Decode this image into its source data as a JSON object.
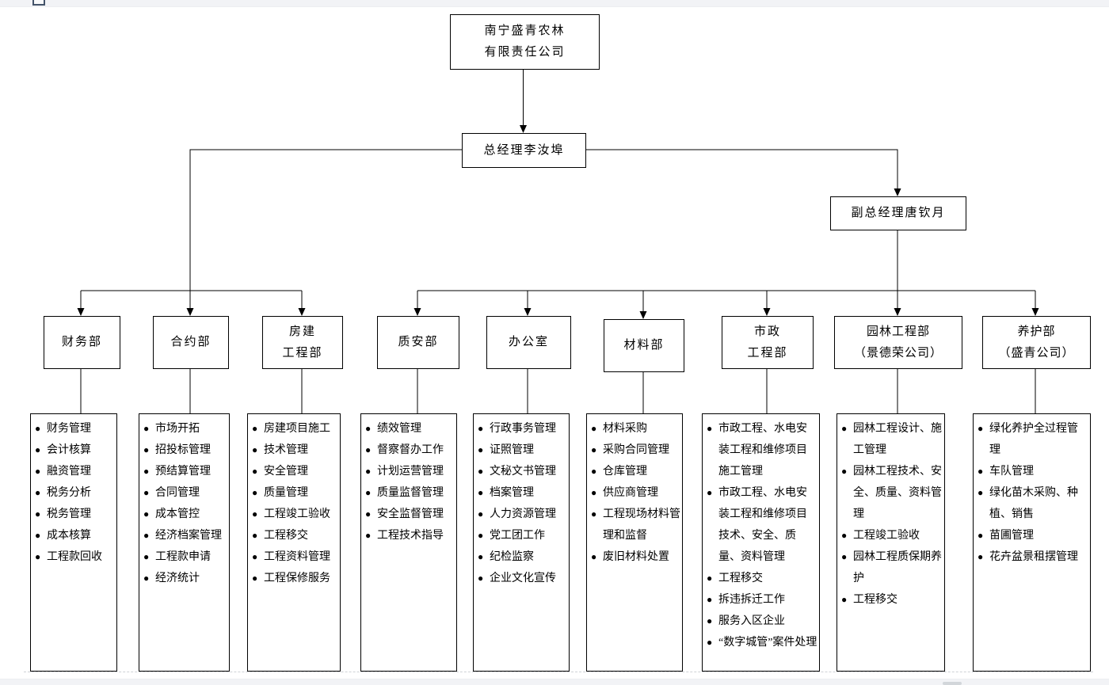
{
  "window": {
    "top_strip_color": "#f2f3f6",
    "bottom_strip_color": "#f2f3f6",
    "icon_outline_color": "#44546a",
    "line_color": "#000000"
  },
  "org_chart": {
    "root": {
      "line1": "南宁盛青农林",
      "line2": "有限责任公司"
    },
    "general_manager": {
      "label": "总经理李汝埠"
    },
    "deputy_general_manager": {
      "label": "副总经理唐钦月"
    },
    "departments": [
      {
        "name_lines": [
          "财务部",
          ""
        ],
        "items": [
          "财务管理",
          "会计核算",
          "融资管理",
          "税务分析",
          "税务管理",
          "成本核算",
          "工程款回收"
        ]
      },
      {
        "name_lines": [
          "合约部",
          ""
        ],
        "items": [
          "市场开拓",
          "招投标管理",
          "预结算管理",
          "合同管理",
          "成本管控",
          "经济档案管理",
          "工程款申请",
          "经济统计"
        ]
      },
      {
        "name_lines": [
          "房建",
          "工程部"
        ],
        "items": [
          "房建项目施工",
          "技术管理",
          "安全管理",
          "质量管理",
          "工程竣工验收",
          "工程移交",
          "工程资料管理",
          "工程保修服务"
        ]
      },
      {
        "name_lines": [
          "质安部",
          ""
        ],
        "items": [
          "绩效管理",
          "督察督办工作",
          "计划运营管理",
          "质量监督管理",
          "安全监督管理",
          "工程技术指导"
        ]
      },
      {
        "name_lines": [
          "办公室",
          ""
        ],
        "items": [
          "行政事务管理",
          "证照管理",
          "文秘文书管理",
          "档案管理",
          "人力资源管理",
          "党工团工作",
          "纪检监察",
          "企业文化宣传"
        ]
      },
      {
        "name_lines": [
          "材料部",
          ""
        ],
        "items": [
          "材料采购",
          "采购合同管理",
          "仓库管理",
          "供应商管理",
          "工程现场材料管理和监督",
          "废旧材料处置"
        ]
      },
      {
        "name_lines": [
          "市政",
          "工程部"
        ],
        "items": [
          "市政工程、水电安装工程和维修项目施工管理",
          "市政工程、水电安装工程和维修项目技术、安全、质量、资料管理",
          "工程移交",
          "拆违拆迁工作",
          "服务入区企业",
          "“数字城管”案件处理"
        ]
      },
      {
        "name_lines": [
          "园林工程部",
          "（景德荣公司）"
        ],
        "items": [
          "园林工程设计、施工管理",
          "园林工程技术、安全、质量、资料管理",
          "工程竣工验收",
          "园林工程质保期养护",
          "工程移交"
        ]
      },
      {
        "name_lines": [
          "养护部",
          "（盛青公司）"
        ],
        "items": [
          "绿化养护全过程管理",
          "车队管理",
          "绿化苗木采购、种植、销售",
          "苗圃管理",
          "花卉盆景租摆管理"
        ]
      }
    ]
  }
}
